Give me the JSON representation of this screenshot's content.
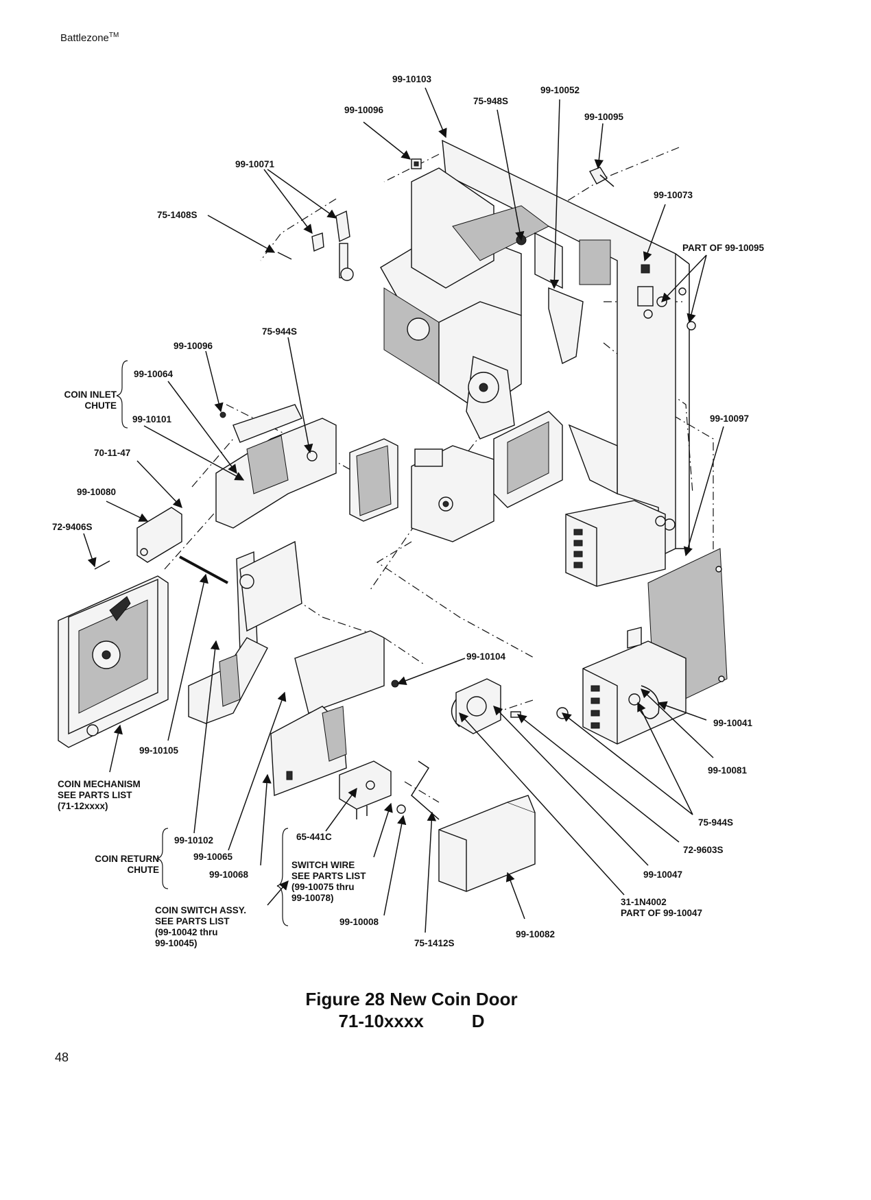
{
  "header": {
    "title": "Battlezone",
    "trademark": "TM"
  },
  "page_number": "48",
  "caption": {
    "line1": "Figure 28   New Coin Door",
    "line2_part": "71-10xxxx",
    "line2_rev": "D"
  },
  "labels": {
    "l_99_10103": "99-10103",
    "l_75_948S": "75-948S",
    "l_99_10052": "99-10052",
    "l_99_10096_top": "99-10096",
    "l_99_10095": "99-10095",
    "l_99_10071": "99-10071",
    "l_75_1408S": "75-1408S",
    "l_99_10073": "99-10073",
    "l_part_of_99_10095": "PART OF 99-10095",
    "l_75_944S_mid": "75-944S",
    "l_99_10096_mid": "99-10096",
    "l_99_10064": "99-10064",
    "l_coin_inlet_1": "COIN INLET",
    "l_coin_inlet_2": "CHUTE",
    "l_99_10101": "99-10101",
    "l_70_11_47": "70-11-47",
    "l_99_10097": "99-10097",
    "l_99_10080": "99-10080",
    "l_72_9406S": "72-9406S",
    "l_99_10104": "99-10104",
    "l_99_10105": "99-10105",
    "l_99_10041": "99-10041",
    "l_99_10081": "99-10081",
    "l_coin_mech_1": "COIN MECHANISM",
    "l_coin_mech_2": "SEE PARTS LIST",
    "l_coin_mech_3": "(71-12xxxx)",
    "l_75_944S_low": "75-944S",
    "l_99_10102": "99-10102",
    "l_65_441C": "65-441C",
    "l_coin_return_1": "COIN RETURN",
    "l_coin_return_2": "CHUTE",
    "l_99_10065": "99-10065",
    "l_99_10068": "99-10068",
    "l_72_9603S": "72-9603S",
    "l_switch_wire_1": "SWITCH WIRE",
    "l_switch_wire_2": "SEE PARTS LIST",
    "l_switch_wire_3": "(99-10075 thru",
    "l_switch_wire_4": "99-10078)",
    "l_99_10047": "99-10047",
    "l_coin_switch_1": "COIN SWITCH ASSY.",
    "l_coin_switch_2": "SEE PARTS LIST",
    "l_coin_switch_3": "(99-10042 thru",
    "l_coin_switch_4": "99-10045)",
    "l_99_10008": "99-10008",
    "l_31_1N4002_1": "31-1N4002",
    "l_31_1N4002_2": "PART OF 99-10047",
    "l_75_1412S": "75-1412S",
    "l_99_10082": "99-10082"
  }
}
